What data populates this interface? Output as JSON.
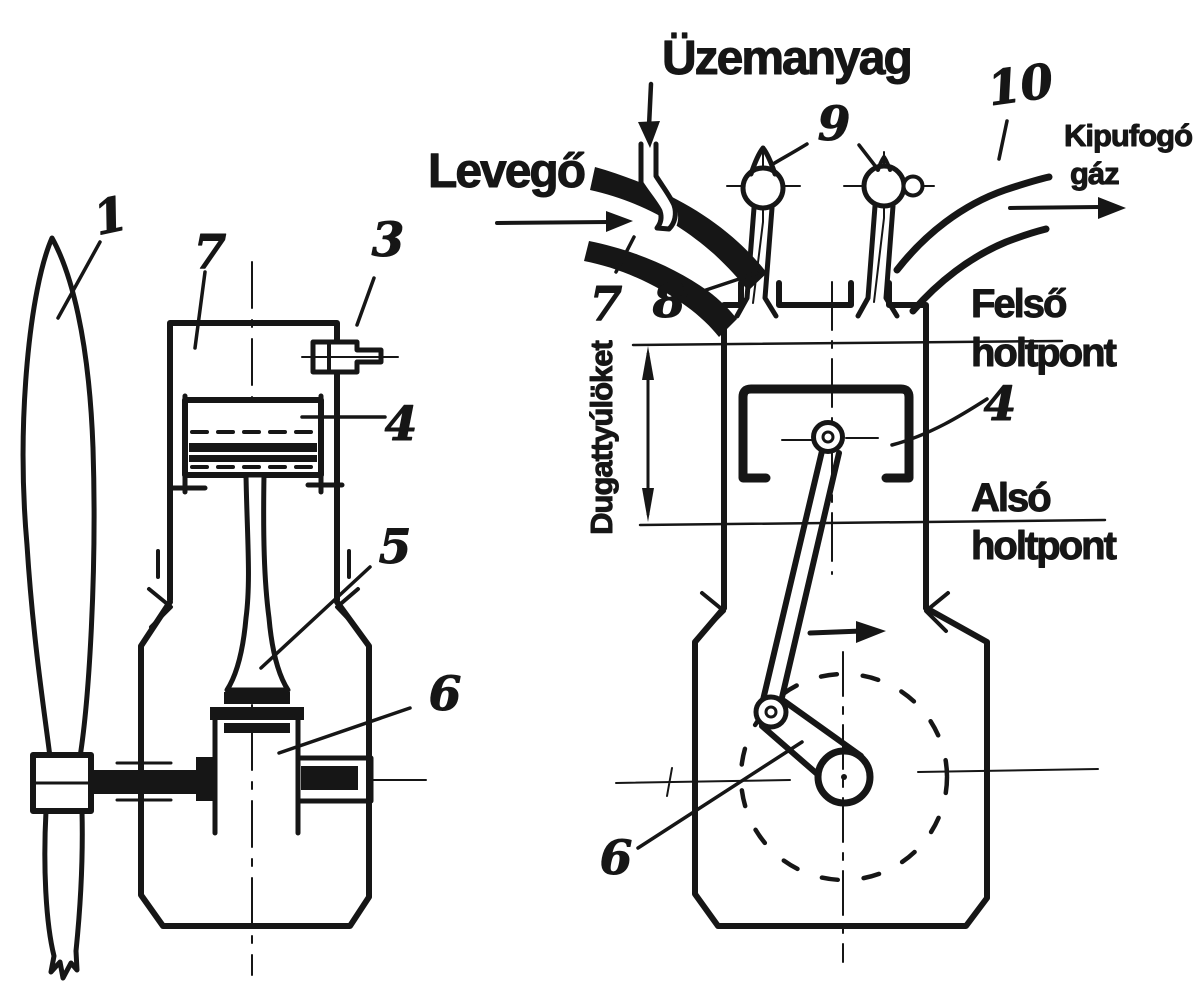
{
  "colors": {
    "background": "#ffffff",
    "ink": "#161616"
  },
  "left_diagram": {
    "callouts": {
      "propeller": "1",
      "cylinder": "7",
      "spark_plug": "3",
      "piston": "4",
      "connecting_rod": "5",
      "crank": "6"
    }
  },
  "right_diagram": {
    "fuel_label": "Üzemanyag",
    "air_label": "Levegő",
    "exhaust_label_line1": "Kipufogó",
    "exhaust_label_line2": "gáz",
    "top_dead_center_line1": "Felső",
    "top_dead_center_line2": "holtpont",
    "bottom_dead_center_line1": "Alsó",
    "bottom_dead_center_line2": "holtpont",
    "piston_stroke_label": "Dugattyúlöket",
    "callouts": {
      "intake_duct": "7",
      "intake_port": "8",
      "valves": "9",
      "exhaust_duct": "10",
      "piston": "4",
      "crank": "6"
    }
  }
}
